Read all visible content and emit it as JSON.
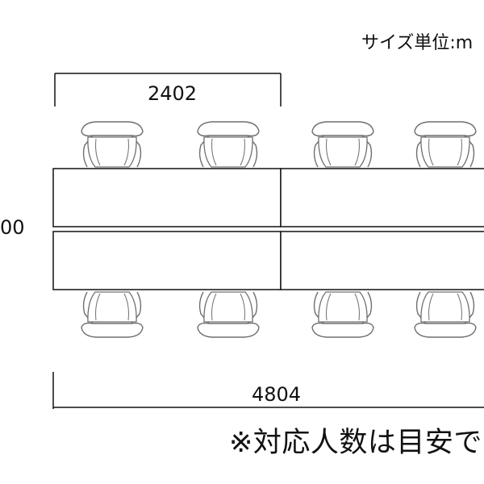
{
  "unit_label": "サイズ単位:m",
  "dimensions": {
    "top_width": "2402",
    "left_height": "00",
    "total_width": "4804"
  },
  "note": "※対応人数は目安で",
  "tables": {
    "rows": 2,
    "columns": 2
  },
  "chairs": {
    "per_side": 4,
    "sides": [
      "top",
      "bottom"
    ]
  },
  "colors": {
    "line": "#111111",
    "chair_line": "#6f6f6f",
    "background": "#ffffff"
  }
}
